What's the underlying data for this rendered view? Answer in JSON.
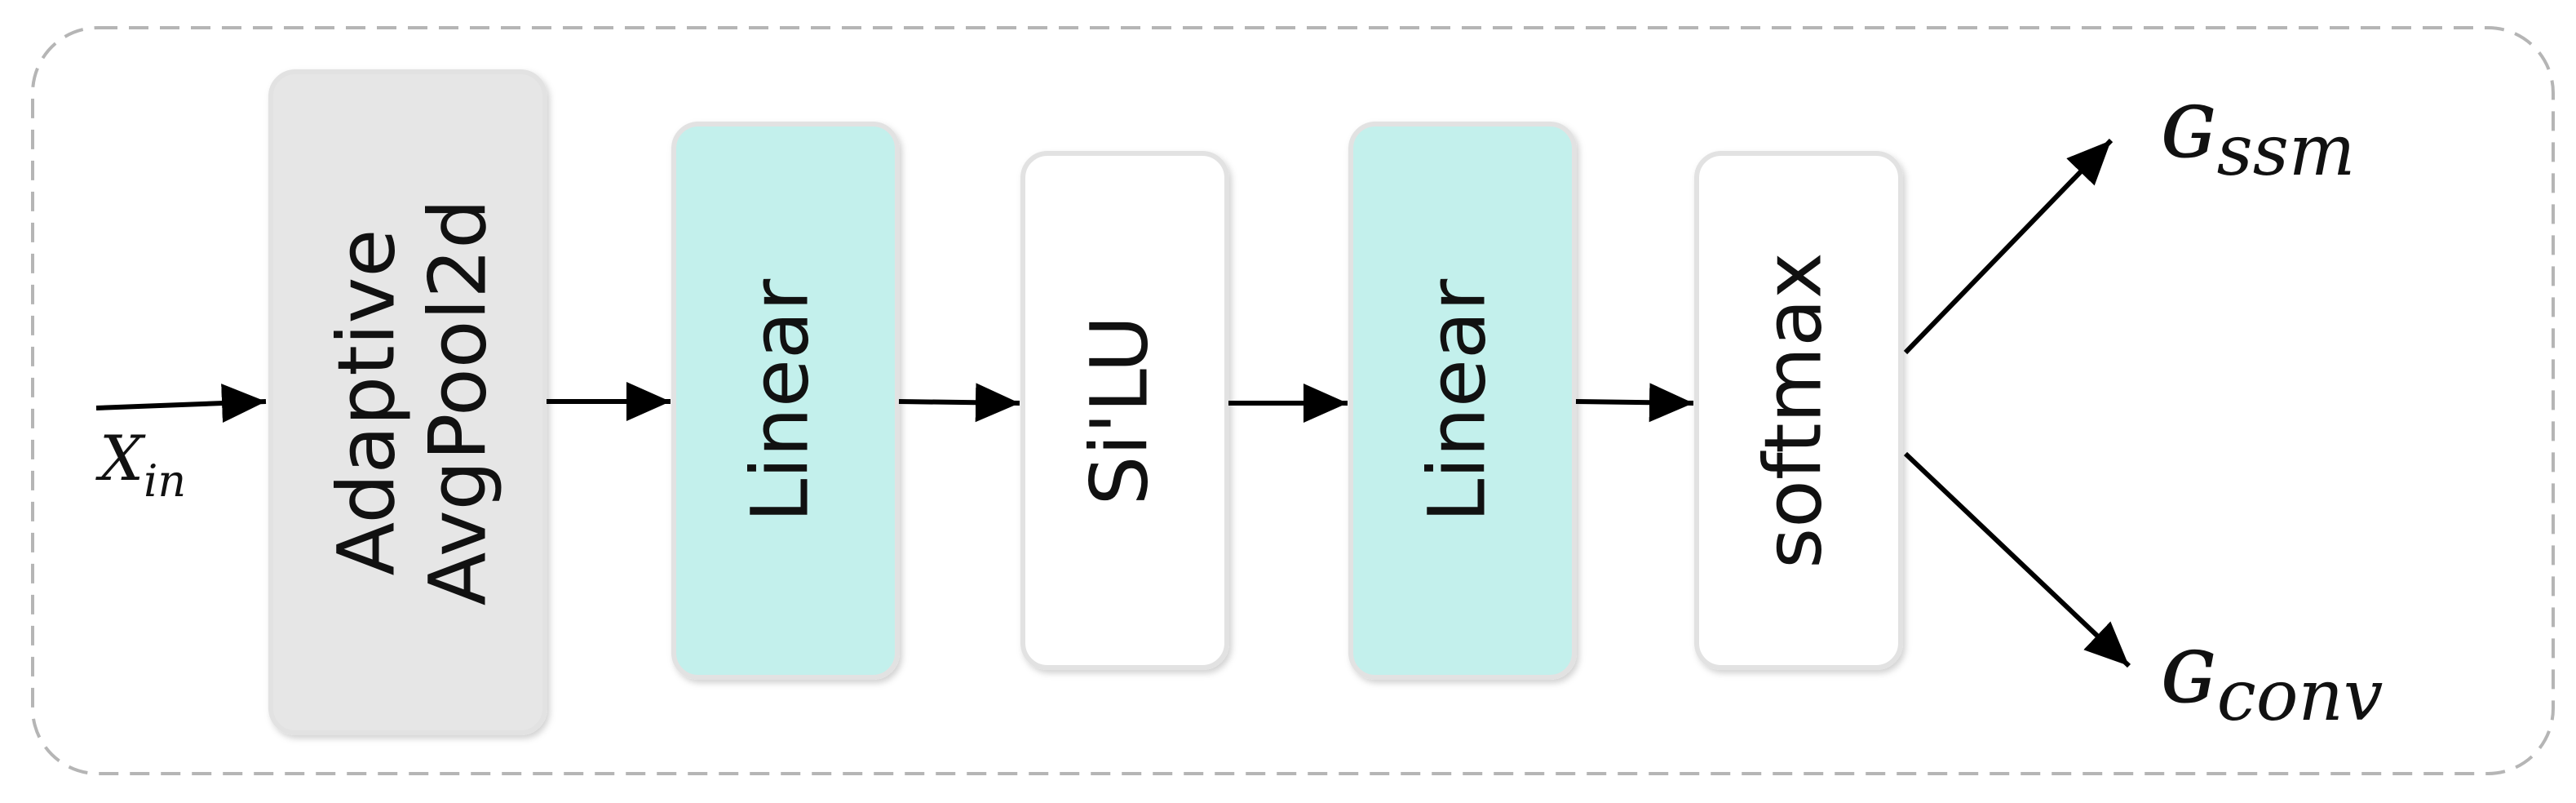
{
  "diagram": {
    "input_label": {
      "base": "X",
      "sub": "in"
    },
    "blocks": [
      {
        "id": "pool",
        "lines": [
          "Adaptive",
          "AvgPool2d"
        ]
      },
      {
        "id": "linear1",
        "lines": [
          "Linear"
        ]
      },
      {
        "id": "silu",
        "lines": [
          "Si'LU"
        ]
      },
      {
        "id": "linear2",
        "lines": [
          "Linear"
        ]
      },
      {
        "id": "softmax",
        "lines": [
          "softmax"
        ]
      }
    ],
    "outputs": [
      {
        "id": "g-ssm",
        "base": "ɢ",
        "sub": "ssm"
      },
      {
        "id": "g-conv",
        "base": "ɢ",
        "sub": "conv"
      }
    ]
  },
  "colors": {
    "pool_fill": "#e6e6e6",
    "linear_fill": "#c3f0ec",
    "plain_fill": "#ffffff",
    "block_stroke": "#e2e2e2",
    "arrow": "#000000",
    "frame_dash": "#b5b5b5",
    "text": "#111111"
  }
}
